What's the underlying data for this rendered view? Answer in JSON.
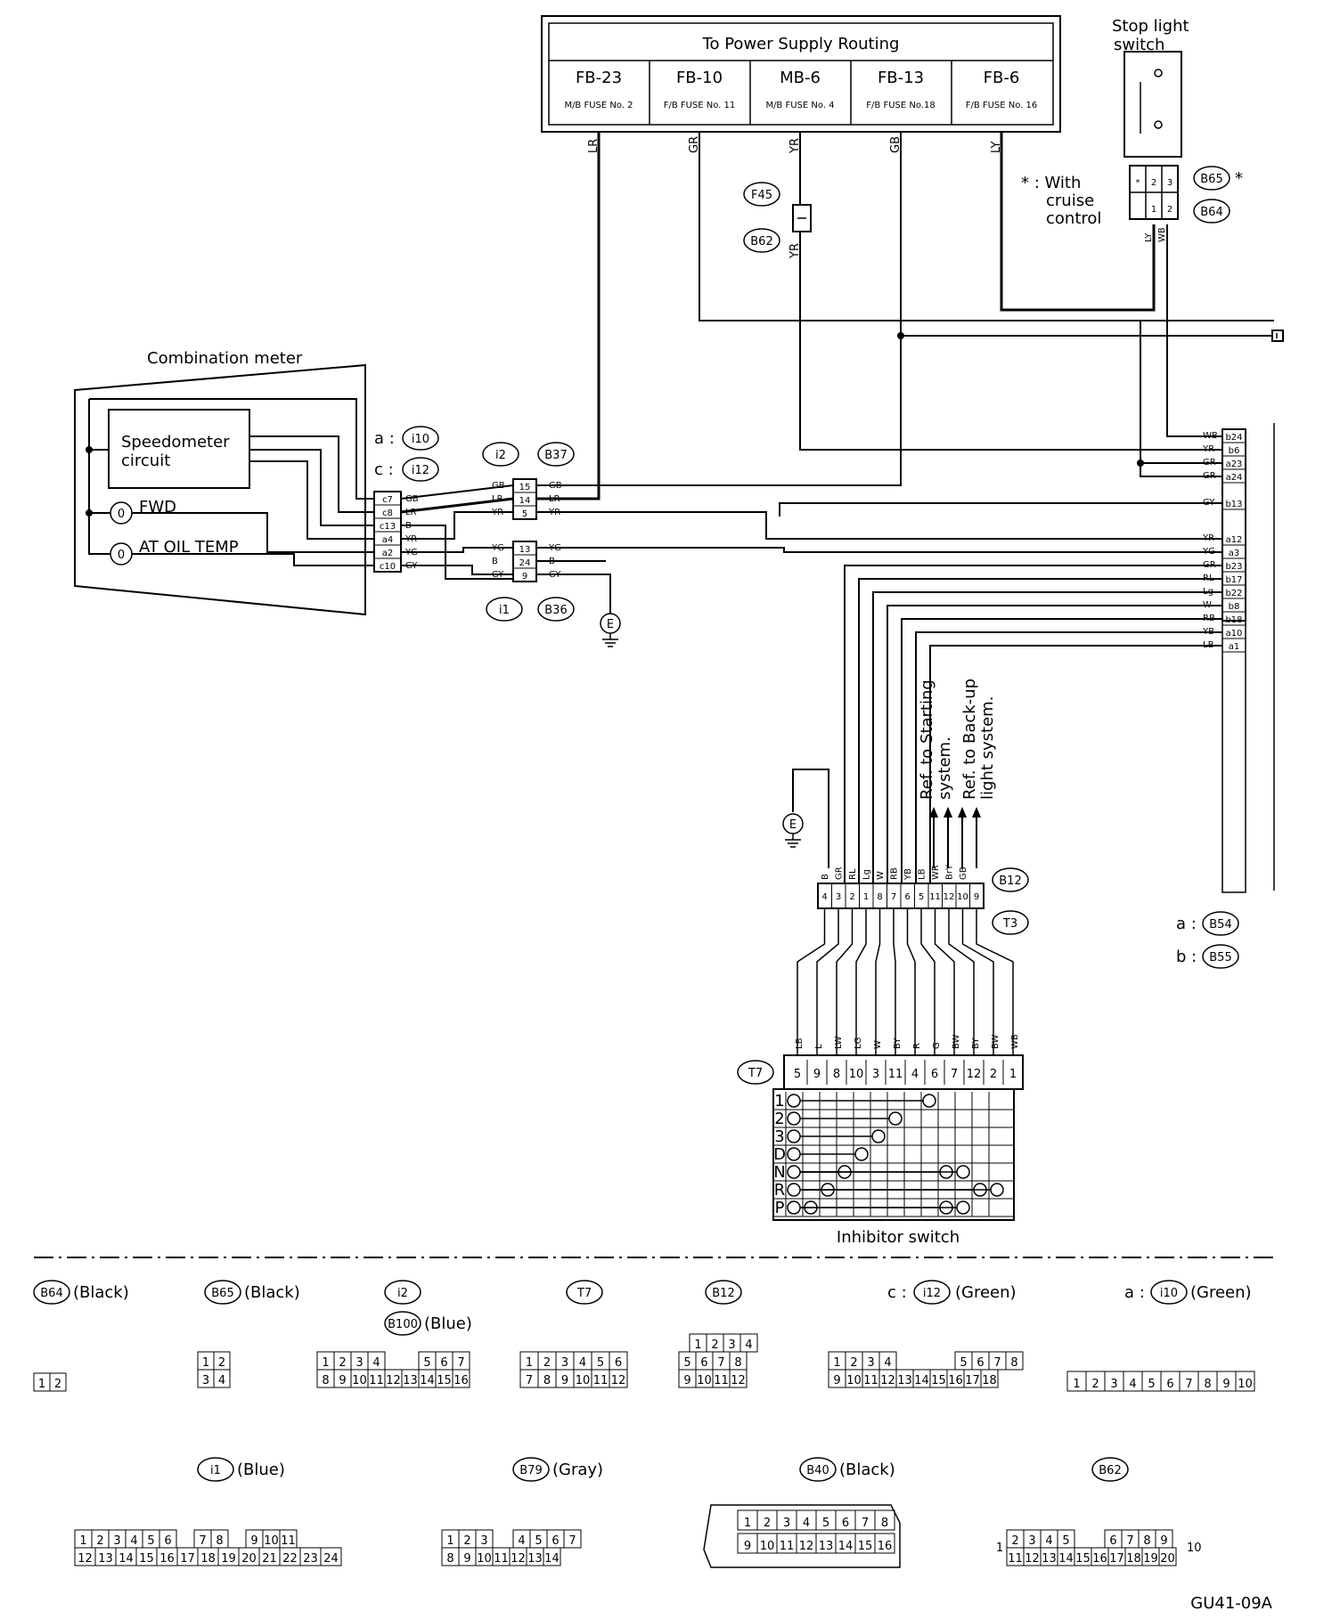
{
  "power_supply": {
    "title": "To Power Supply Routing",
    "fuses": [
      {
        "id": "FB-23",
        "desc": "M/B FUSE No. 2",
        "wire": "LR"
      },
      {
        "id": "FB-10",
        "desc": "F/B FUSE No. 11",
        "wire": "GR"
      },
      {
        "id": "MB-6",
        "desc": "M/B FUSE No. 4",
        "wire": "YR"
      },
      {
        "id": "FB-13",
        "desc": "F/B FUSE No.18",
        "wire": "GB"
      },
      {
        "id": "FB-6",
        "desc": "F/B FUSE No. 16",
        "wire": "LY"
      }
    ]
  },
  "stop_light": {
    "title_line1": "Stop light",
    "title_line2": "switch",
    "conn_b65": "B65",
    "conn_b64": "B64",
    "star": "*",
    "note_line1": "* : With",
    "note_line2": "cruise",
    "note_line3": "control",
    "wires": [
      "LY",
      "WB"
    ]
  },
  "f45": "F45",
  "b62": "B62",
  "combination_meter": {
    "title": "Combination meter",
    "speedo_line1": "Speedometer",
    "speedo_line2": "circuit",
    "fwd": "FWD",
    "at_oil_temp": "AT OIL TEMP",
    "lamp_symbol": "0",
    "conn_a_prefix": "a :",
    "conn_a": "i10",
    "conn_c_prefix": "c :",
    "conn_c": "i12",
    "pins": [
      {
        "pin": "c7",
        "wire": "GB"
      },
      {
        "pin": "c8",
        "wire": "LR"
      },
      {
        "pin": "c13",
        "wire": "B"
      },
      {
        "pin": "a4",
        "wire": "YR"
      },
      {
        "pin": "a2",
        "wire": "YG"
      },
      {
        "pin": "c10",
        "wire": "GY"
      }
    ]
  },
  "joint_upper": {
    "left": "i2",
    "right": "B37",
    "rows": [
      {
        "wl": "GB",
        "pin": "15",
        "wr": "GB"
      },
      {
        "wl": "LR",
        "pin": "14",
        "wr": "LR"
      },
      {
        "wl": "YR",
        "pin": "5",
        "wr": "YR"
      }
    ]
  },
  "joint_lower": {
    "left": "i1",
    "right": "B36",
    "rows": [
      {
        "wl": "YG",
        "pin": "13",
        "wr": "YG"
      },
      {
        "wl": "B",
        "pin": "24",
        "wr": "B"
      },
      {
        "wl": "GY",
        "pin": "9",
        "wr": "GY"
      }
    ]
  },
  "ground": "E",
  "tcm_connector": {
    "rows": [
      {
        "wire": "WB",
        "pin": "b24"
      },
      {
        "wire": "YR",
        "pin": "b6"
      },
      {
        "wire": "GR",
        "pin": "a23"
      },
      {
        "wire": "GR",
        "pin": "a24"
      },
      {
        "wire": "GY",
        "pin": "b13"
      },
      {
        "wire": "YR",
        "pin": "a12"
      },
      {
        "wire": "YG",
        "pin": "a3"
      },
      {
        "wire": "GR",
        "pin": "b23"
      },
      {
        "wire": "RL",
        "pin": "b17"
      },
      {
        "wire": "Lg",
        "pin": "b22"
      },
      {
        "wire": "W",
        "pin": "b8"
      },
      {
        "wire": "RB",
        "pin": "b18"
      },
      {
        "wire": "YB",
        "pin": "a10"
      },
      {
        "wire": "LB",
        "pin": "a1"
      }
    ],
    "a_label": "a :",
    "a_conn": "B54",
    "b_label": "b :",
    "b_conn": "B55"
  },
  "ref_start_line1": "Ref. to Starting",
  "ref_start_line2": "system.",
  "ref_backup_line1": "Ref. to Back-up",
  "ref_backup_line2": "light system.",
  "b12_connector": {
    "top": "B12",
    "bottom": "T3",
    "wires": [
      "B",
      "GR",
      "RL",
      "Lg",
      "W",
      "RB",
      "YB",
      "LB",
      "WR",
      "BrY",
      "GB"
    ],
    "pins": [
      "4",
      "3",
      "2",
      "1",
      "8",
      "7",
      "6",
      "5",
      "11",
      "12",
      "10",
      "9"
    ]
  },
  "inhibitor": {
    "connector": "T7",
    "title": "Inhibitor switch",
    "wires": [
      "LB",
      "L",
      "LW",
      "LG",
      "W",
      "BY",
      "R",
      "G",
      "BW",
      "BY",
      "BW",
      "WB"
    ],
    "pins": [
      "5",
      "9",
      "8",
      "10",
      "3",
      "11",
      "4",
      "6",
      "7",
      "12",
      "2",
      "1"
    ],
    "positions": [
      "1",
      "2",
      "3",
      "D",
      "N",
      "R",
      "P"
    ]
  },
  "legend": [
    {
      "conn": "B64",
      "color": "(Black)"
    },
    {
      "conn": "B65",
      "color": "(Black)"
    },
    {
      "conn": "i2",
      "color": ""
    },
    {
      "conn": "B100",
      "color": "(Blue)"
    },
    {
      "conn": "T7",
      "color": ""
    },
    {
      "conn": "B12",
      "color": ""
    },
    {
      "conn": "i12",
      "prefix": "c :",
      "color": "(Green)"
    },
    {
      "conn": "i10",
      "prefix": "a :",
      "color": "(Green)"
    },
    {
      "conn": "i1",
      "color": "(Blue)"
    },
    {
      "conn": "B79",
      "color": "(Gray)"
    },
    {
      "conn": "B40",
      "color": "(Black)"
    },
    {
      "conn": "B62",
      "color": ""
    }
  ],
  "legend_pins": {
    "b64": [
      "1",
      "2"
    ],
    "b65": [
      "1",
      "2",
      "3",
      "4"
    ],
    "i2_top": [
      "1",
      "2",
      "3",
      "4",
      "5",
      "6",
      "7"
    ],
    "i2_bot": [
      "8",
      "9",
      "10",
      "11",
      "12",
      "13",
      "14",
      "15",
      "16"
    ],
    "t7_top": [
      "1",
      "2",
      "3",
      "4",
      "5",
      "6"
    ],
    "t7_bot": [
      "7",
      "8",
      "9",
      "10",
      "11",
      "12"
    ],
    "b12_top": [
      "1",
      "2",
      "3",
      "4"
    ],
    "b12_mid": [
      "5",
      "6",
      "7",
      "8"
    ],
    "b12_bot": [
      "9",
      "10",
      "11",
      "12"
    ],
    "i12_top": [
      "1",
      "2",
      "3",
      "4",
      "5",
      "6",
      "7",
      "8"
    ],
    "i12_bot": [
      "9",
      "10",
      "11",
      "12",
      "13",
      "14",
      "15",
      "16",
      "17",
      "18"
    ],
    "i10": [
      "1",
      "2",
      "3",
      "4",
      "5",
      "6",
      "7",
      "8",
      "9",
      "10"
    ],
    "i1_top": [
      "1",
      "2",
      "3",
      "4",
      "5",
      "6",
      "7",
      "8",
      "9",
      "10",
      "11"
    ],
    "i1_bot": [
      "12",
      "13",
      "14",
      "15",
      "16",
      "17",
      "18",
      "19",
      "20",
      "21",
      "22",
      "23",
      "24"
    ],
    "b79_top": [
      "1",
      "2",
      "3",
      "4",
      "5",
      "6",
      "7"
    ],
    "b79_bot": [
      "8",
      "9",
      "10",
      "11",
      "12",
      "13",
      "14"
    ],
    "b40_top": [
      "1",
      "2",
      "3",
      "4",
      "5",
      "6",
      "7",
      "8"
    ],
    "b40_bot": [
      "9",
      "10",
      "11",
      "12",
      "13",
      "14",
      "15",
      "16"
    ],
    "b62_top": [
      "2",
      "3",
      "4",
      "5",
      "6",
      "7",
      "8",
      "9"
    ],
    "b62_bot": [
      "11",
      "12",
      "13",
      "14",
      "15",
      "16",
      "17",
      "18",
      "19",
      "20"
    ],
    "b62_left": "1",
    "b62_right": "10"
  },
  "figure_code": "GU41-09A"
}
